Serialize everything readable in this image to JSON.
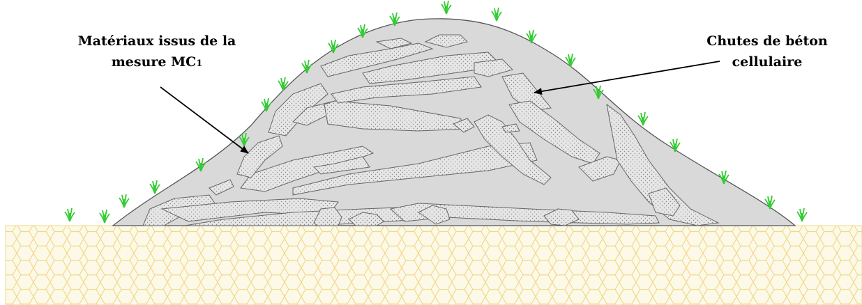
{
  "labels": {
    "left": {
      "line1": "Matériaux issus de la",
      "line2_main": "mesure MC",
      "line2_sub": "1"
    },
    "right": {
      "line1": "Chutes de béton",
      "line2": "cellulaire"
    }
  },
  "colors": {
    "heap_fill": "#d9d9d9",
    "heap_outline": "#555555",
    "fragment_fill": "#e6e6e6",
    "fragment_dot": "#8a8a8a",
    "ground_fill": "#fdf9e8",
    "ground_hex_line": "#f0d98a",
    "grass": "#33cc33",
    "arrow": "#000000"
  },
  "icons": {
    "grass": "grass-tuft-icon",
    "arrow": "arrow-icon"
  }
}
